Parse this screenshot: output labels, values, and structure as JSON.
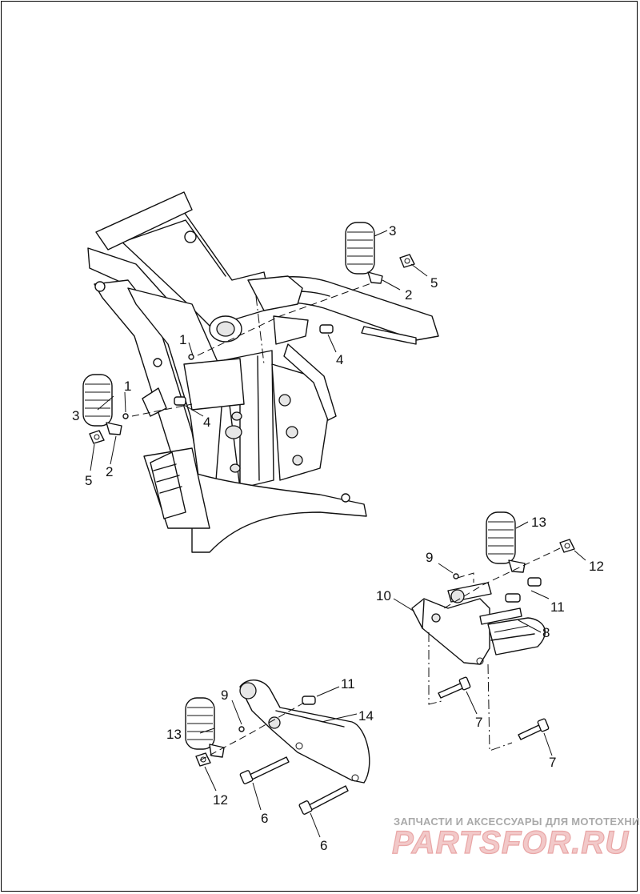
{
  "diagram": {
    "callouts": [
      {
        "id": "c1",
        "text": "3"
      },
      {
        "id": "c2",
        "text": "5"
      },
      {
        "id": "c3",
        "text": "2"
      },
      {
        "id": "c4",
        "text": "1"
      },
      {
        "id": "c5",
        "text": "4"
      },
      {
        "id": "c6",
        "text": "1"
      },
      {
        "id": "c7",
        "text": "3"
      },
      {
        "id": "c8",
        "text": "4"
      },
      {
        "id": "c9",
        "text": "5"
      },
      {
        "id": "c10",
        "text": "2"
      },
      {
        "id": "c11",
        "text": "13"
      },
      {
        "id": "c12",
        "text": "12"
      },
      {
        "id": "c13",
        "text": "9"
      },
      {
        "id": "c14",
        "text": "10"
      },
      {
        "id": "c15",
        "text": "11"
      },
      {
        "id": "c16",
        "text": "8"
      },
      {
        "id": "c17",
        "text": "7"
      },
      {
        "id": "c18",
        "text": "7"
      },
      {
        "id": "c19",
        "text": "9"
      },
      {
        "id": "c20",
        "text": "11"
      },
      {
        "id": "c21",
        "text": "13"
      },
      {
        "id": "c22",
        "text": "14"
      },
      {
        "id": "c23",
        "text": "12"
      },
      {
        "id": "c24",
        "text": "6"
      },
      {
        "id": "c25",
        "text": "6"
      }
    ]
  },
  "watermark": {
    "tagline": "ЗАПЧАСТИ И АКСЕССУАРЫ ДЛЯ МОТОТЕХНИКИ",
    "logo": "PARTSFOR.RU"
  },
  "colors": {
    "background": "#ffffff",
    "line": "#111111",
    "watermark_text": "#a9a9a9",
    "watermark_logo": "#f2c9c9"
  }
}
